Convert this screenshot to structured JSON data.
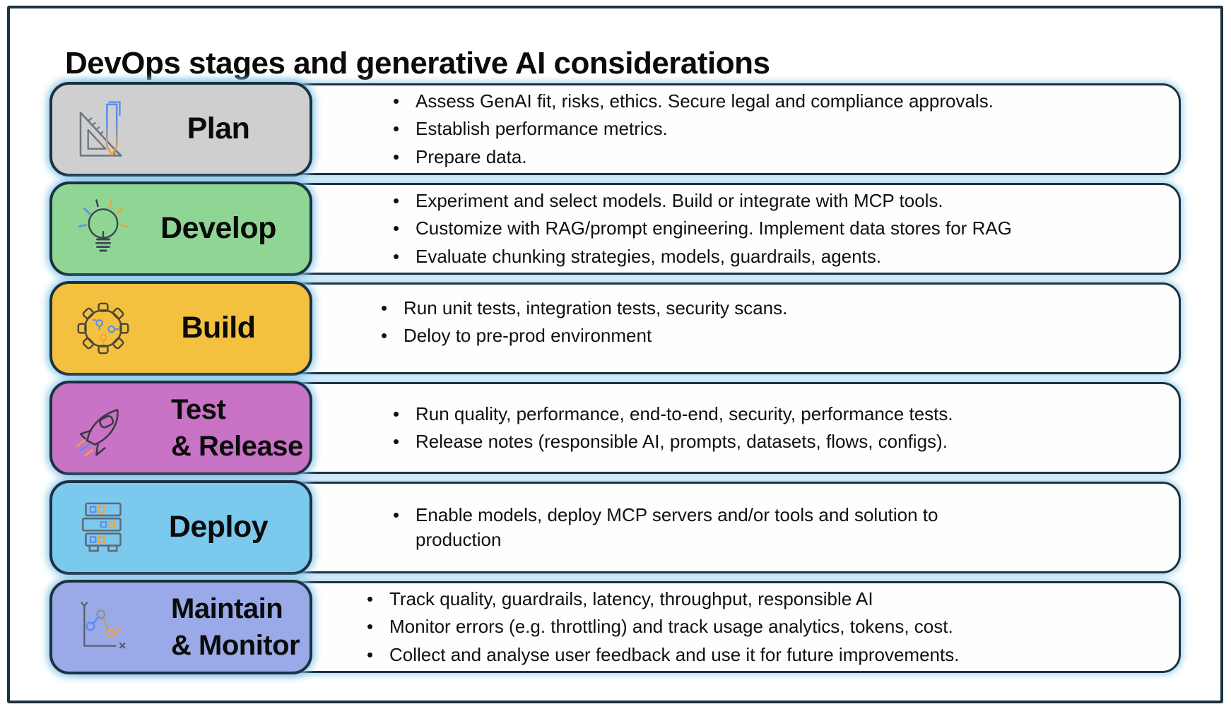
{
  "title": "DevOps stages and generative AI considerations",
  "colors": {
    "frame_border": "#1b3240",
    "card_border": "#1b3240",
    "glow": "#8cc8eb",
    "detail_card_fill": "#fefefe",
    "text": "#101010"
  },
  "rows": [
    {
      "id": "plan",
      "label_lines": [
        "Plan"
      ],
      "icon": "ruler-pencil-icon",
      "color": "#cfcfcf",
      "bullets": [
        "Assess GenAI fit, risks, ethics. Secure legal and compliance approvals.",
        "Establish performance metrics.",
        "Prepare data."
      ]
    },
    {
      "id": "develop",
      "label_lines": [
        "Develop"
      ],
      "icon": "lightbulb-icon",
      "color": "#8fd694",
      "bullets": [
        "Experiment and select models. Build or integrate with MCP tools.",
        "Customize with RAG/prompt engineering. Implement data stores for RAG",
        "Evaluate chunking strategies, models, guardrails, agents."
      ]
    },
    {
      "id": "build",
      "label_lines": [
        "Build"
      ],
      "icon": "gear-circuit-icon",
      "color": "#f3c13f",
      "bullets": [
        "Run unit tests, integration tests, security scans.",
        "Deloy to pre-prod environment"
      ]
    },
    {
      "id": "test-release",
      "label_lines": [
        "Test",
        "& Release"
      ],
      "icon": "rocket-icon",
      "color": "#c973c6",
      "bullets": [
        "Run quality, performance, end-to-end, security, performance tests.",
        "Release notes (responsible AI, prompts, datasets, flows, configs)."
      ]
    },
    {
      "id": "deploy",
      "label_lines": [
        "Deploy"
      ],
      "icon": "server-rack-icon",
      "color": "#7cc9ee",
      "bullets": [
        "Enable models, deploy MCP servers and/or tools and solution to production"
      ]
    },
    {
      "id": "maintain-monitor",
      "label_lines": [
        "Maintain",
        "& Monitor"
      ],
      "icon": "line-chart-icon",
      "color": "#9aa9e8",
      "bullets": [
        "Track quality, guardrails, latency, throughput, responsible AI",
        "Monitor errors (e.g. throttling) and track usage analytics, tokens, cost.",
        "Collect and analyse user feedback and use it for future improvements."
      ]
    }
  ]
}
